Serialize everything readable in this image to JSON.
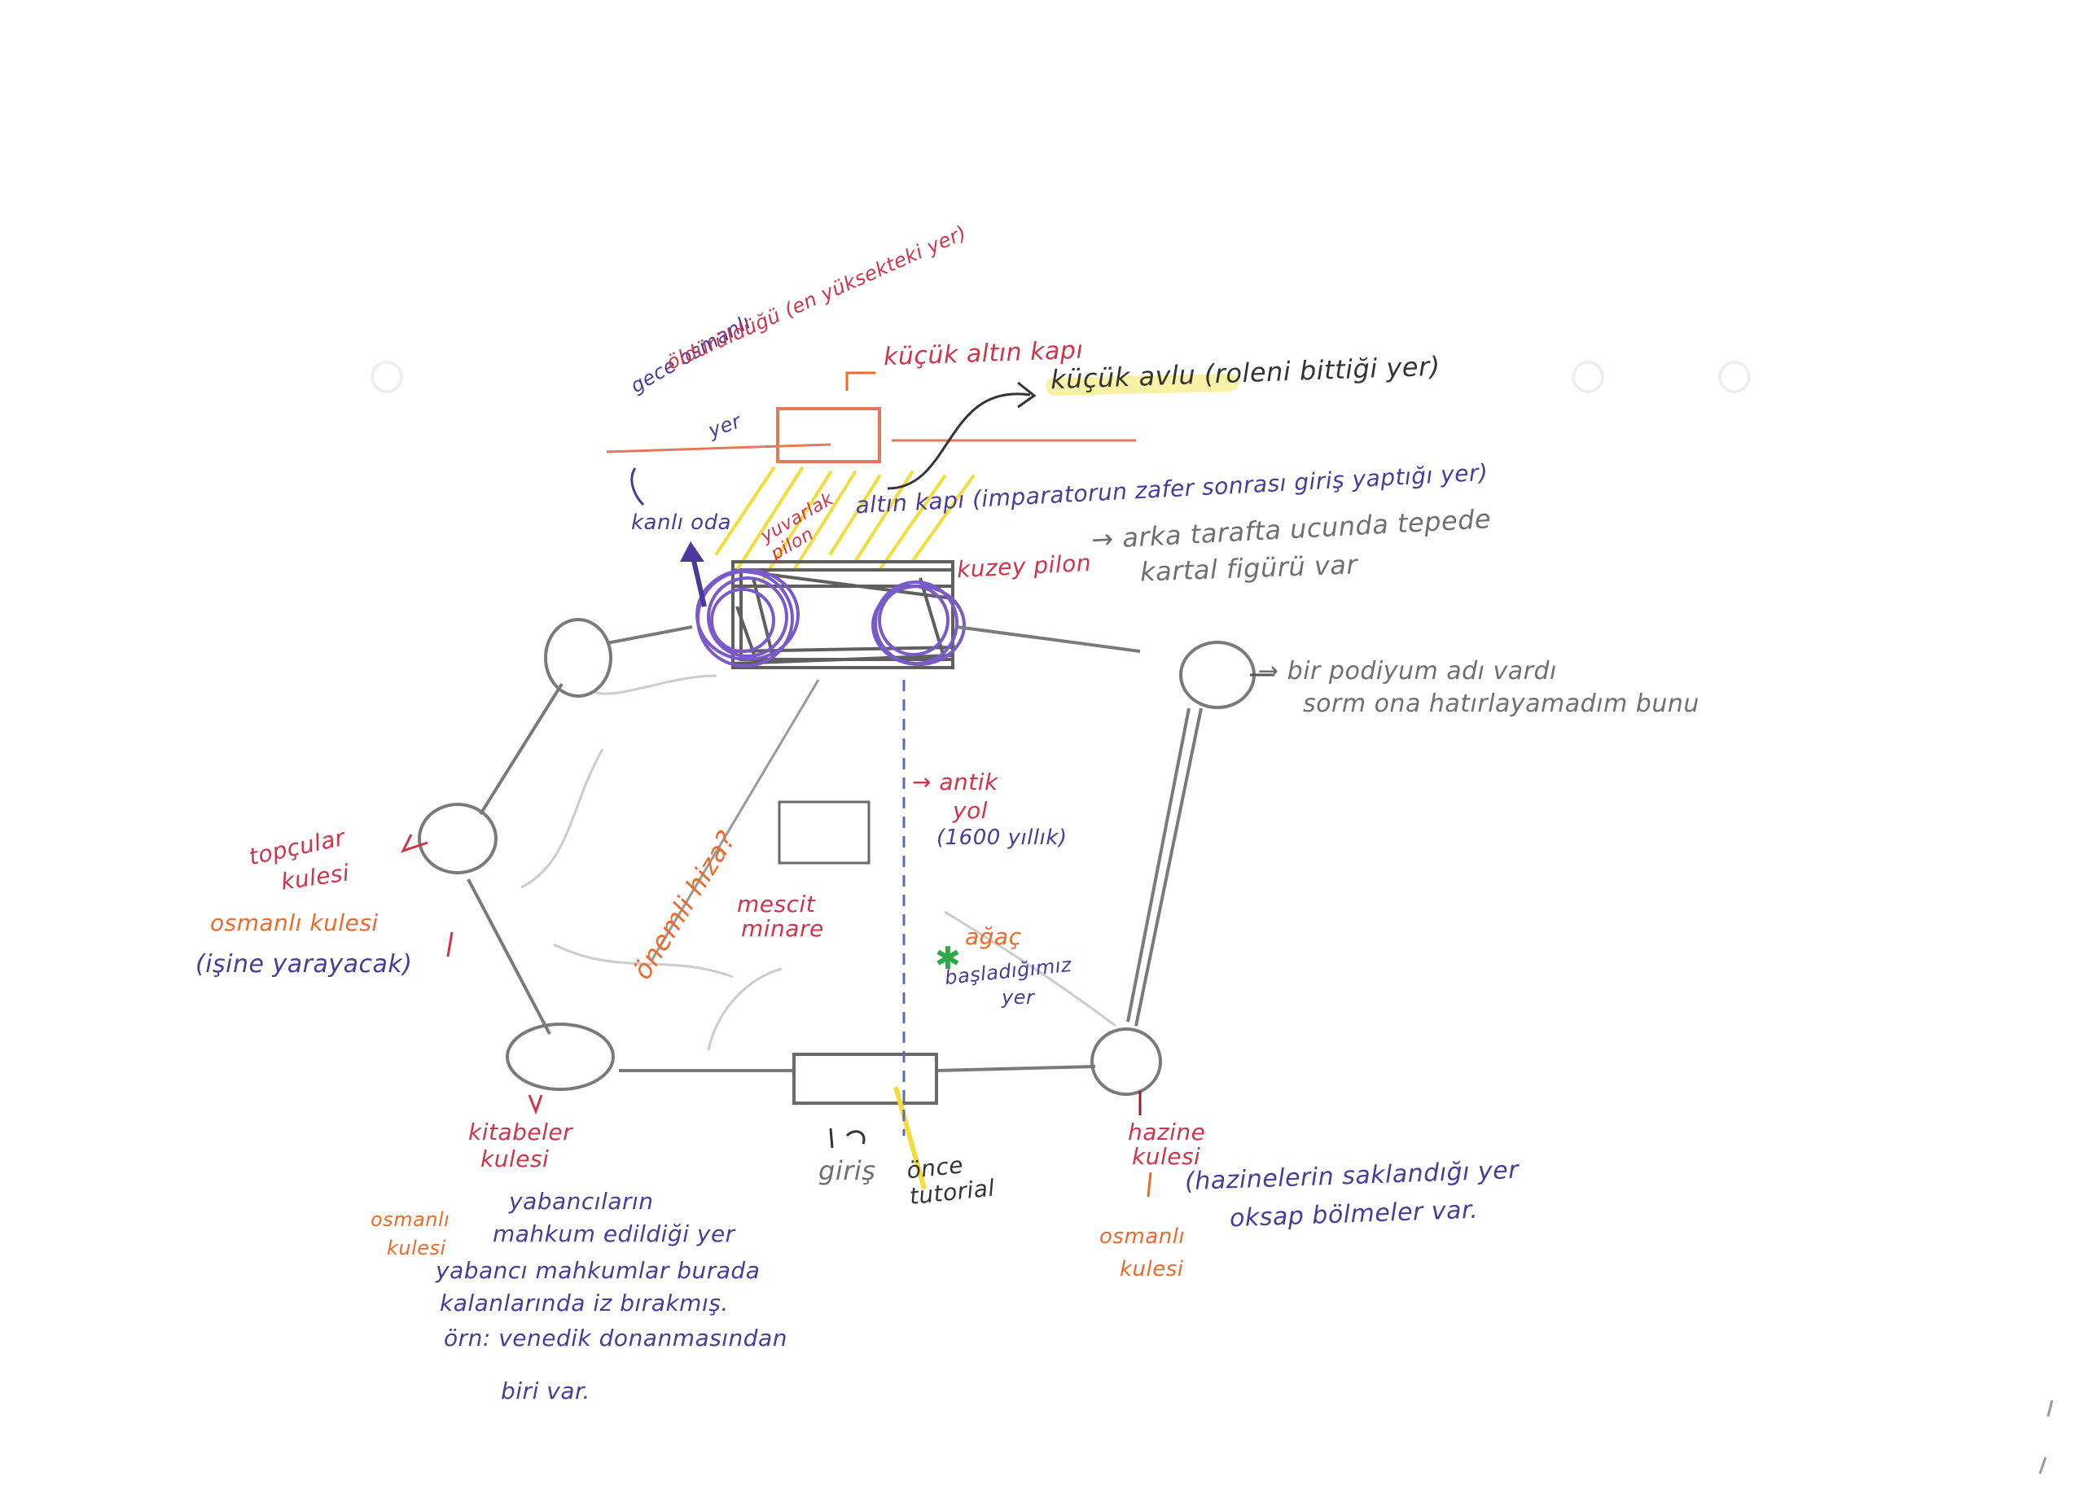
{
  "labels": {
    "kucuk_altin_kapi": "küçük altın kapı",
    "kucuk_avlu": "küçük avlu (roleni bittiği yer)",
    "gece_osmanli": "gece osmanlı",
    "oldurulduyu": "öldürüldüğü (en yüksekteki yer)",
    "yer1": "yer",
    "kanli_oda": "kanlı oda",
    "yuvarlak_pilon": "yuvarlak pilon",
    "altin_kapi": "altın kapı (imparatorun zafer sonrası giriş yaptığı yer)",
    "kuzey_pilon": "kuzey pilon",
    "arka_tarafta": "→ arka tarafta ucunda tepede",
    "kartal_figuru": "kartal figürü var",
    "podyum_line1": "→ bir podiyum adı vardı",
    "podyum_line2": "sorm ona hatırlayamadım bunu",
    "topcular": "topçular",
    "kulesi1": "kulesi",
    "osmanli_kulesi1": "osmanlı kulesi",
    "isine_yarayacak": "(işine yarayacak)",
    "onemli_hiza": "önemli hiza?",
    "mescit": "mescit",
    "minare": "minare",
    "antik_yol": "→ antik",
    "yol": "yol",
    "yillik": "(1600 yıllık)",
    "agac": "ağaç",
    "basladigimiz": "başladığımız",
    "yer2": "yer",
    "kitabeler": "kitabeler",
    "kulesi2": "kulesi",
    "yabancilar": "yabancıların",
    "mahkum": "mahkum edildiği yer",
    "osmanli_kulesi2a": "osmanlı",
    "osmanli_kulesi2b": "kulesi",
    "yabanci_mahkumlar": "yabancı mahkumlar burada",
    "kalanlarinda": "kalanlarında iz bırakmış.",
    "orn_venedik": "örn: venedik donanmasından",
    "biri_var": "biri var.",
    "giris": "giriş",
    "once_tutorial": "önce tutorial",
    "hazine": "hazine",
    "kulesi3": "kulesi",
    "hazinelerin": "(hazinelerin saklandığı yer",
    "oksap": "oksap bölmeler var.",
    "osmanli_kulesi3a": "osmanlı",
    "osmanli_kulesi3b": "kulesi"
  },
  "colors": {
    "pencil": "#7a7a7a",
    "purple": "#4b3a9a",
    "red": "#d0334a",
    "orange": "#ee6a2a",
    "yellow": "#f2dd3a",
    "green": "#2ea84a",
    "dark": "#333333"
  }
}
